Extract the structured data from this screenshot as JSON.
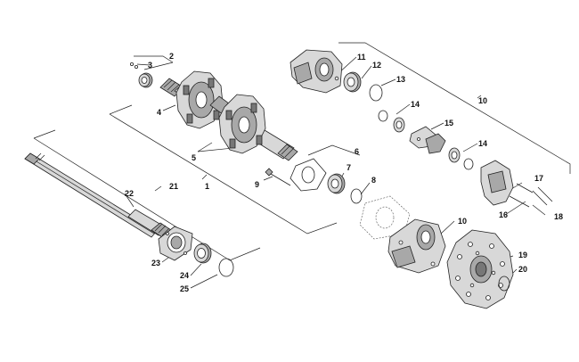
{
  "callouts": {
    "c1": "1",
    "c2": "2",
    "c3": "3",
    "c4": "4",
    "c5": "5",
    "c6": "6",
    "c7": "7",
    "c8": "8",
    "c9": "9",
    "c10a": "10",
    "c10b": "10",
    "c11": "11",
    "c12": "12",
    "c13": "13",
    "c14a": "14",
    "c14b": "14",
    "c15": "15",
    "c16": "16",
    "c17": "17",
    "c18": "18",
    "c19": "19",
    "c20": "20",
    "c21": "21",
    "c22": "22",
    "c23": "23",
    "c24": "24",
    "c25": "25"
  }
}
